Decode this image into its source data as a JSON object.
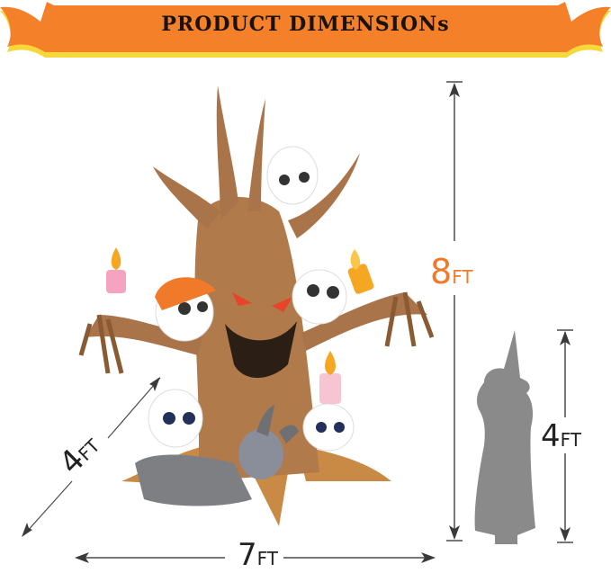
{
  "banner": {
    "title": "PRODUCT DIMENSIONs",
    "colors": {
      "orange": "#f5802a",
      "yellow": "#f7d83a",
      "text": "#1a1208"
    }
  },
  "product": {
    "description": "Inflatable haunted tree with sugar skulls, candles, sombrero and dog",
    "colors": {
      "trunk": "#b07a4a",
      "skull": "#ffffff",
      "dog": "#7d7f82",
      "flame": "#f5a623"
    }
  },
  "dimensions": {
    "height": {
      "value": "8",
      "unit": "FT",
      "color": "#f07a2a"
    },
    "width": {
      "value": "7",
      "unit": "FT",
      "color": "#222222"
    },
    "depth": {
      "value": "4",
      "unit": "FT",
      "color": "#222222"
    },
    "reference_height": {
      "value": "4",
      "unit": "FT",
      "color": "#222222"
    }
  },
  "reference_figure": {
    "label": "witch-silhouette",
    "color": "#8a8a8a"
  },
  "arrow_color": "#4a4a4a"
}
